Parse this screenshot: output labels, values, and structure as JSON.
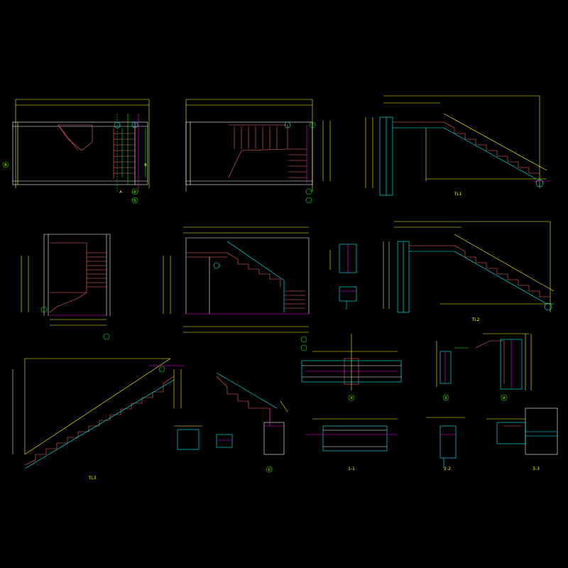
{
  "colors": {
    "background": "#000000",
    "wall": "#ffffff",
    "dimension": "#ffff00",
    "annotation": "#00ff00",
    "steel": "#ff00ff",
    "stair": "#ff6666",
    "guide": "#00ffff",
    "grid_mark": "#ff3333"
  },
  "views": [
    {
      "id": "plan-1",
      "title": "",
      "scale": ""
    },
    {
      "id": "plan-2",
      "title": "",
      "scale": ""
    },
    {
      "id": "tl1",
      "title": "TL1",
      "scale": ""
    },
    {
      "id": "section-1",
      "title": "",
      "scale": ""
    },
    {
      "id": "section-2",
      "title": "",
      "scale": ""
    },
    {
      "id": "tl2",
      "title": "TL2",
      "scale": ""
    },
    {
      "id": "tl3",
      "title": "TL3",
      "scale": ""
    },
    {
      "id": "detail-a",
      "title": "",
      "scale": ""
    },
    {
      "id": "detail-1",
      "title": "①",
      "scale": ""
    },
    {
      "id": "section-1-1",
      "title": "1-1",
      "scale": ""
    },
    {
      "id": "section-2-2",
      "title": "2-2",
      "scale": ""
    },
    {
      "id": "section-3-3",
      "title": "3-3",
      "scale": ""
    },
    {
      "id": "detail-2",
      "title": "②",
      "scale": ""
    },
    {
      "id": "detail-3",
      "title": "③",
      "scale": ""
    },
    {
      "id": "detail-4",
      "title": "④",
      "scale": ""
    }
  ],
  "grid_labels": {
    "A": "A",
    "B": "B",
    "one": "①",
    "two": "②"
  },
  "note": ""
}
